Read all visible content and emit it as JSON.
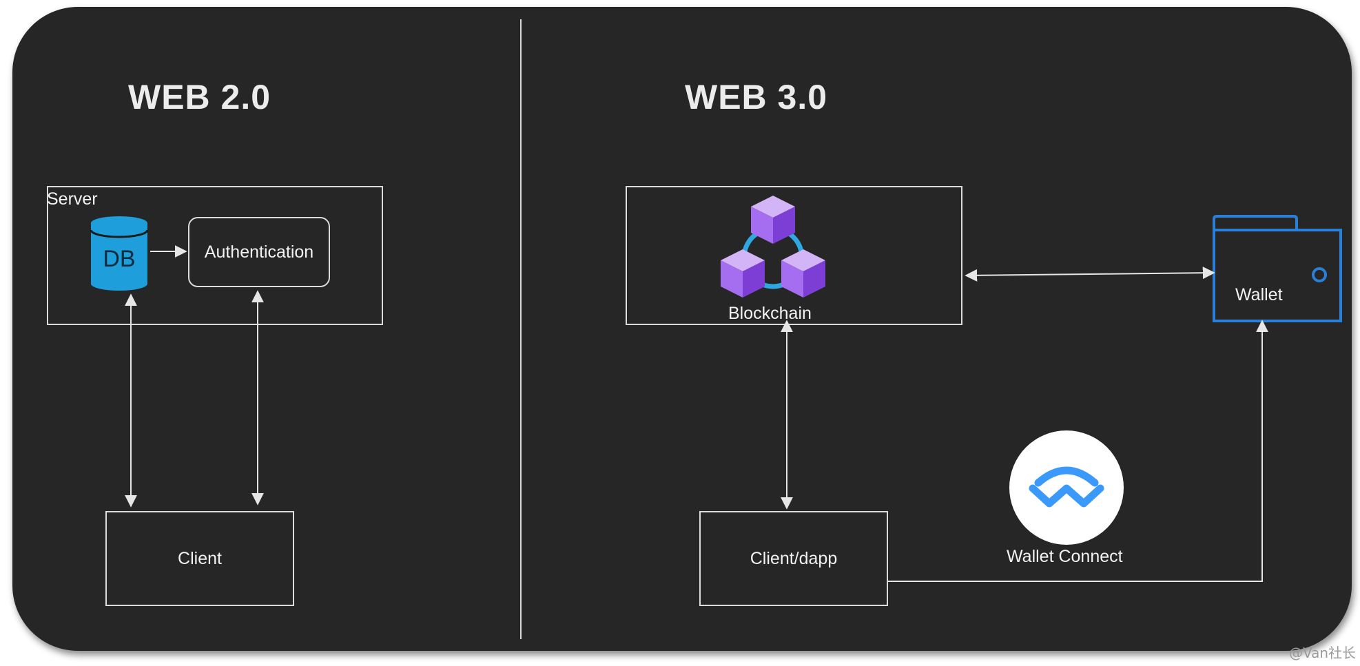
{
  "web2": {
    "title": "WEB 2.0",
    "server_label": "Server",
    "db_label": "DB",
    "auth_label": "Authentication",
    "client_label": "Client"
  },
  "web3": {
    "title": "WEB 3.0",
    "blockchain_label": "Blockchain",
    "wallet_label": "Wallet",
    "client_label": "Client/dapp",
    "wallet_connect_label": "Wallet Connect"
  },
  "watermark": "@Van社长",
  "colors": {
    "background": "#262626",
    "line": "#dcdcdc",
    "db_blue": "#1e9fdc",
    "wallet_blue": "#2b7fd6",
    "cube_purple": "#9b5de5",
    "ring_blue": "#2fa8e0",
    "walletconnect_blue": "#3b99fc"
  },
  "icons": [
    "database-icon",
    "blockchain-icon",
    "wallet-icon",
    "walletconnect-icon"
  ]
}
